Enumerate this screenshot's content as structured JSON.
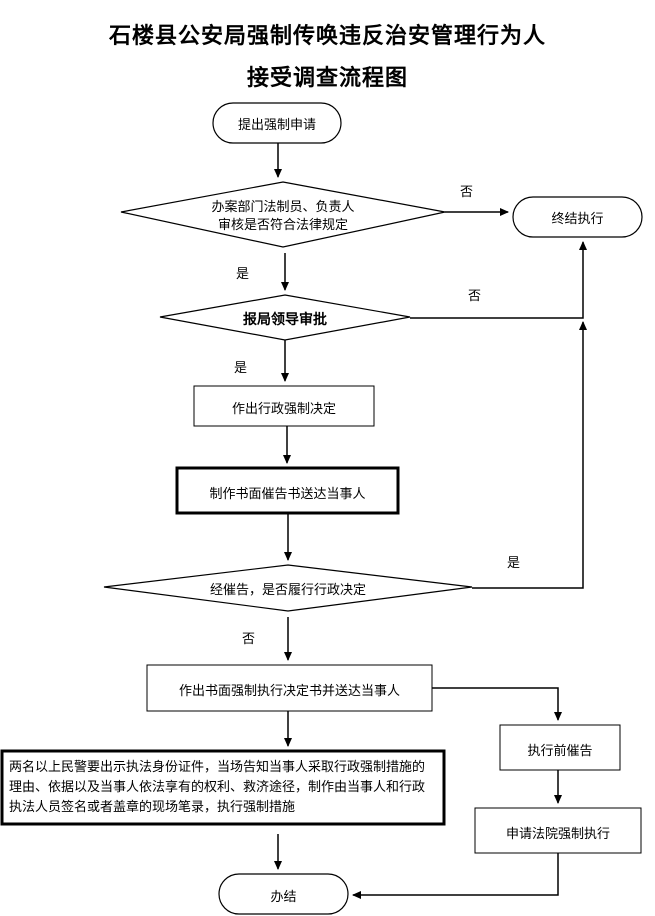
{
  "title": {
    "line1": "石楼县公安局强制传唤违反治安管理行为人",
    "line2": "接受调查流程图"
  },
  "nodes": {
    "apply": "提出强制申请",
    "review_line1": "办案部门法制员、负责人",
    "review_line2": "审核是否符合法律规定",
    "terminate": "终结执行",
    "leader": "报局领导审批",
    "decision": "作出行政强制决定",
    "notice": "制作书面催告书送达当事人",
    "comply": "经催告，是否履行行政决定",
    "written_decision": "作出书面强制执行决定书并送达当事人",
    "execute": "两名以上民警要出示执法身份证件，当场告知当事人采取行政强制措施的理由、依据以及当事人依法享有的权利、救济途径，制作由当事人和行政执法人员签名或者盖章的现场笔录，执行强制措施",
    "pre_notice": "执行前催告",
    "court": "申请法院强制执行",
    "done": "办结"
  },
  "edge_labels": {
    "review_no": "否",
    "review_yes": "是",
    "leader_no": "否",
    "leader_yes": "是",
    "comply_yes": "是",
    "comply_no": "否"
  }
}
